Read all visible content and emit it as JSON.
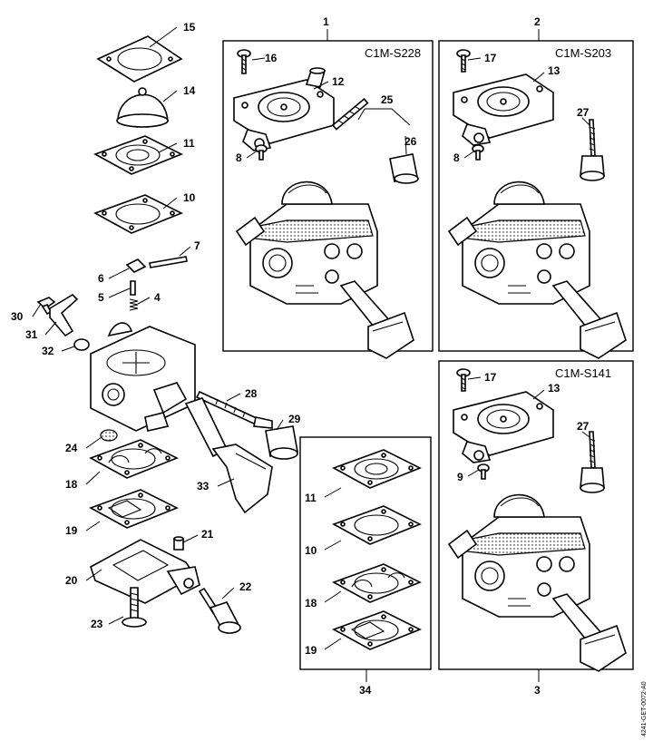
{
  "kit_boxes": {
    "box1": {
      "number": "1",
      "model": "C1M-S228"
    },
    "box2": {
      "number": "2",
      "model": "C1M-S203"
    },
    "box3": {
      "number": "3",
      "model": "C1M-S141"
    },
    "box34": {
      "number": "34"
    }
  },
  "callouts": {
    "p15": "15",
    "p14": "14",
    "p11": "11",
    "p10": "10",
    "p7": "7",
    "p6": "6",
    "p5": "5",
    "p4": "4",
    "p30": "30",
    "p31": "31",
    "p32": "32",
    "p28": "28",
    "p29": "29",
    "p24": "24",
    "p18": "18",
    "p33": "33",
    "p19": "19",
    "p21": "21",
    "p20": "20",
    "p22": "22",
    "p23": "23",
    "b1_16": "16",
    "b1_12": "12",
    "b1_25": "25",
    "b1_26": "26",
    "b1_8": "8",
    "b2_17": "17",
    "b2_13": "13",
    "b2_27": "27",
    "b2_8": "8",
    "b3_17": "17",
    "b3_13": "13",
    "b3_27": "27",
    "b3_9": "9",
    "b34_11": "11",
    "b34_10": "10",
    "b34_18": "18",
    "b34_19": "19"
  },
  "doc_ref": "4241-GET-0072-A0"
}
